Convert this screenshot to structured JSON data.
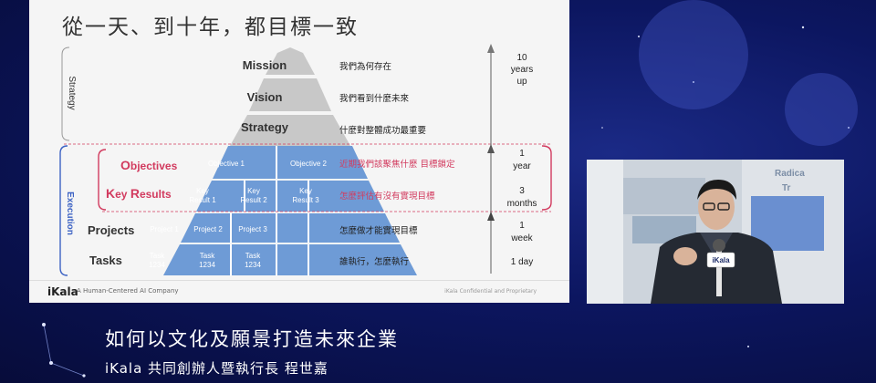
{
  "slide": {
    "title": "從一天、到十年，都目標一致",
    "brand": "iKala",
    "brand_tagline": "A Human-Centered AI Company",
    "confidential": "iKala Confidential and Proprietary",
    "side_labels": {
      "strategy": "Strategy",
      "execution": "Execution"
    },
    "pyramid_top": {
      "mission": "Mission",
      "vision": "Vision",
      "strategy": "Strategy"
    },
    "rows": {
      "objectives": {
        "label_first": "O",
        "label_rest": "bjectives"
      },
      "key_results": {
        "label_first": "K",
        "label_mid": "ey ",
        "label_first2": "R",
        "label_rest": "esults"
      },
      "projects": {
        "label": "Projects"
      },
      "tasks": {
        "label": "Tasks"
      }
    },
    "cells": {
      "objective_1": "Objective 1",
      "objective_2": "Objective 2",
      "kr1_a": "Key",
      "kr1_b": "Result 1",
      "kr2_a": "Key",
      "kr2_b": "Result 2",
      "kr3_a": "Key",
      "kr3_b": "Result 3",
      "project_1": "Project 1",
      "project_2": "Project 2",
      "project_3": "Project 3",
      "task_a": "Task",
      "task_b": "1234"
    },
    "descriptions": {
      "mission": "我們為何存在",
      "vision": "我們看到什麼未來",
      "strategy": "什麼對整體成功最重要",
      "objectives": "近期我們該聚焦什麼 目標鎖定",
      "key_results": "怎麼評估有沒有實現目標",
      "projects": "怎麼做才能實現目標",
      "tasks": "誰執行，怎麼執行"
    },
    "timeframes": {
      "ten_years_1": "10",
      "ten_years_2": "years",
      "ten_years_3": "up",
      "one_year_1": "1",
      "one_year_2": "year",
      "three_months_1": "3",
      "three_months_2": "months",
      "one_week_1": "1",
      "one_week_2": "week",
      "one_day": "1 day"
    },
    "colors": {
      "pyramid_grey": "#c8c8c8",
      "pyramid_blue": "#6e9bd6",
      "accent_red": "#d23b5f",
      "bracket_blue": "#3d63c4"
    }
  },
  "webcam": {
    "bg_sign_1": "Radica",
    "bg_sign_2": "Tr",
    "mic_label": "iKala"
  },
  "captions": {
    "line1": "如何以文化及願景打造未來企業",
    "line2": "iKala 共同創辦人暨執行長 程世嘉"
  }
}
